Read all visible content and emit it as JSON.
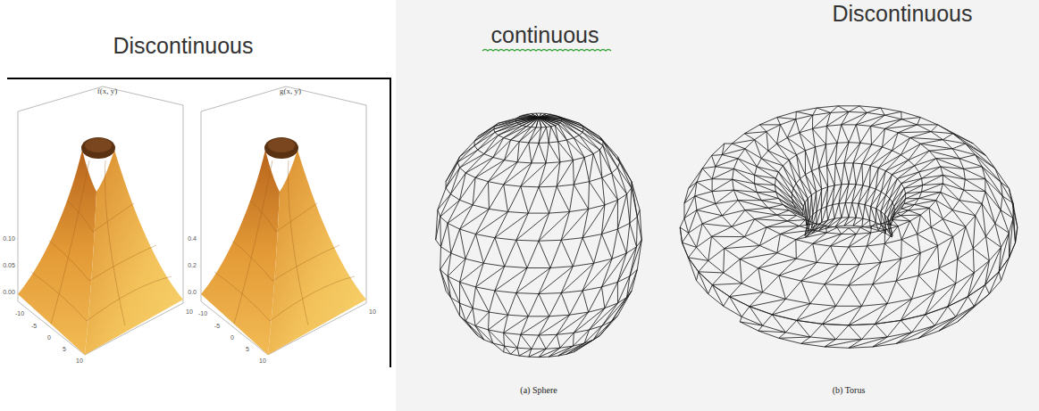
{
  "diagram": {
    "labels": [
      "Discontinuous",
      "f(x, y)",
      "0.10",
      "0.05",
      "0.00",
      "-10",
      "-5",
      "0",
      "5",
      "10",
      "10",
      "g(x, y)",
      "0.4",
      "0.2",
      "0.0",
      "-10",
      "-5",
      "0",
      "5",
      "10",
      "10",
      "continuous",
      "Discontinuous",
      "(a) Sphere",
      "(b) Torus"
    ]
  }
}
